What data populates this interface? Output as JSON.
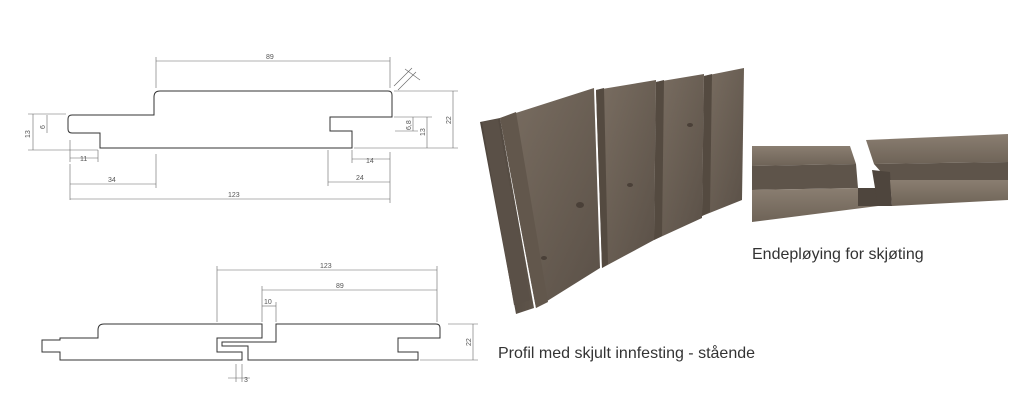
{
  "profile_top": {
    "dims": {
      "width_top": "89",
      "height_left": "13",
      "notch_left": "6",
      "tongue_left": "11",
      "height_right": "22",
      "height_right_inner": "13",
      "notch_right": "6,8",
      "tongue_right": "14",
      "offset_left": "34",
      "offset_right": "24",
      "width_total": "123"
    }
  },
  "profile_bottom": {
    "dims": {
      "width_total": "123",
      "width_cover": "89",
      "gap": "10",
      "height": "22",
      "joint": "3"
    }
  },
  "captions": {
    "profile": "Profil med skjult innfesting - stående",
    "joint": "Endepløying for skjøting"
  }
}
